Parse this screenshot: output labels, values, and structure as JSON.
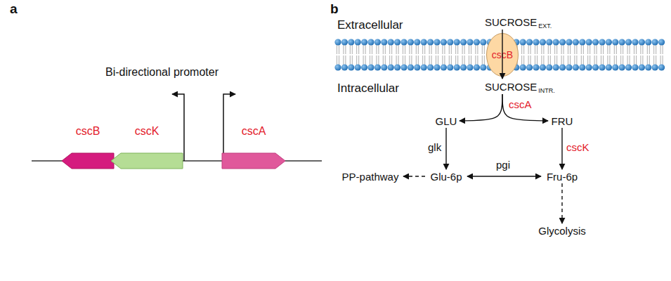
{
  "diagram": {
    "nodes": [
      {
        "text": [
          "cscB"
        ]
      },
      {
        "text": [
          "cscK"
        ]
      },
      {
        "text": [
          "cscA"
        ]
      },
      {
        "text": [
          "SUCROSE",
          "EXT."
        ]
      },
      {
        "text": [
          "cscB"
        ]
      },
      {
        "text": [
          "SUCROSE",
          "INTR."
        ]
      },
      {
        "text": [
          "GLU"
        ]
      },
      {
        "text": [
          "FRU"
        ]
      },
      {
        "text": [
          "Glu-6p"
        ]
      },
      {
        "text": [
          "Fru-6p"
        ]
      },
      {
        "text": [
          "PP-pathway"
        ]
      },
      {
        "text": [
          "Glycolysis"
        ]
      }
    ],
    "edges": [
      {
        "from": 3,
        "to": 5,
        "arrow": "to"
      },
      {
        "from": 5,
        "to": 6,
        "arrow": "to",
        "label": "cscA"
      },
      {
        "from": 5,
        "to": 7,
        "arrow": "to"
      },
      {
        "from": 6,
        "to": 8,
        "arrow": "to",
        "label": "glk"
      },
      {
        "from": 7,
        "to": 9,
        "arrow": "to",
        "label": "cscK"
      },
      {
        "from": 8,
        "to": 9,
        "arrow": "both",
        "label": "pgi"
      },
      {
        "from": 8,
        "to": 10,
        "arrow": "to"
      },
      {
        "from": 9,
        "to": 11,
        "arrow": "to"
      }
    ],
    "labels": [
      "a",
      "Bi-directional promoter",
      "b",
      "Extracellular",
      "Intracellular"
    ]
  }
}
